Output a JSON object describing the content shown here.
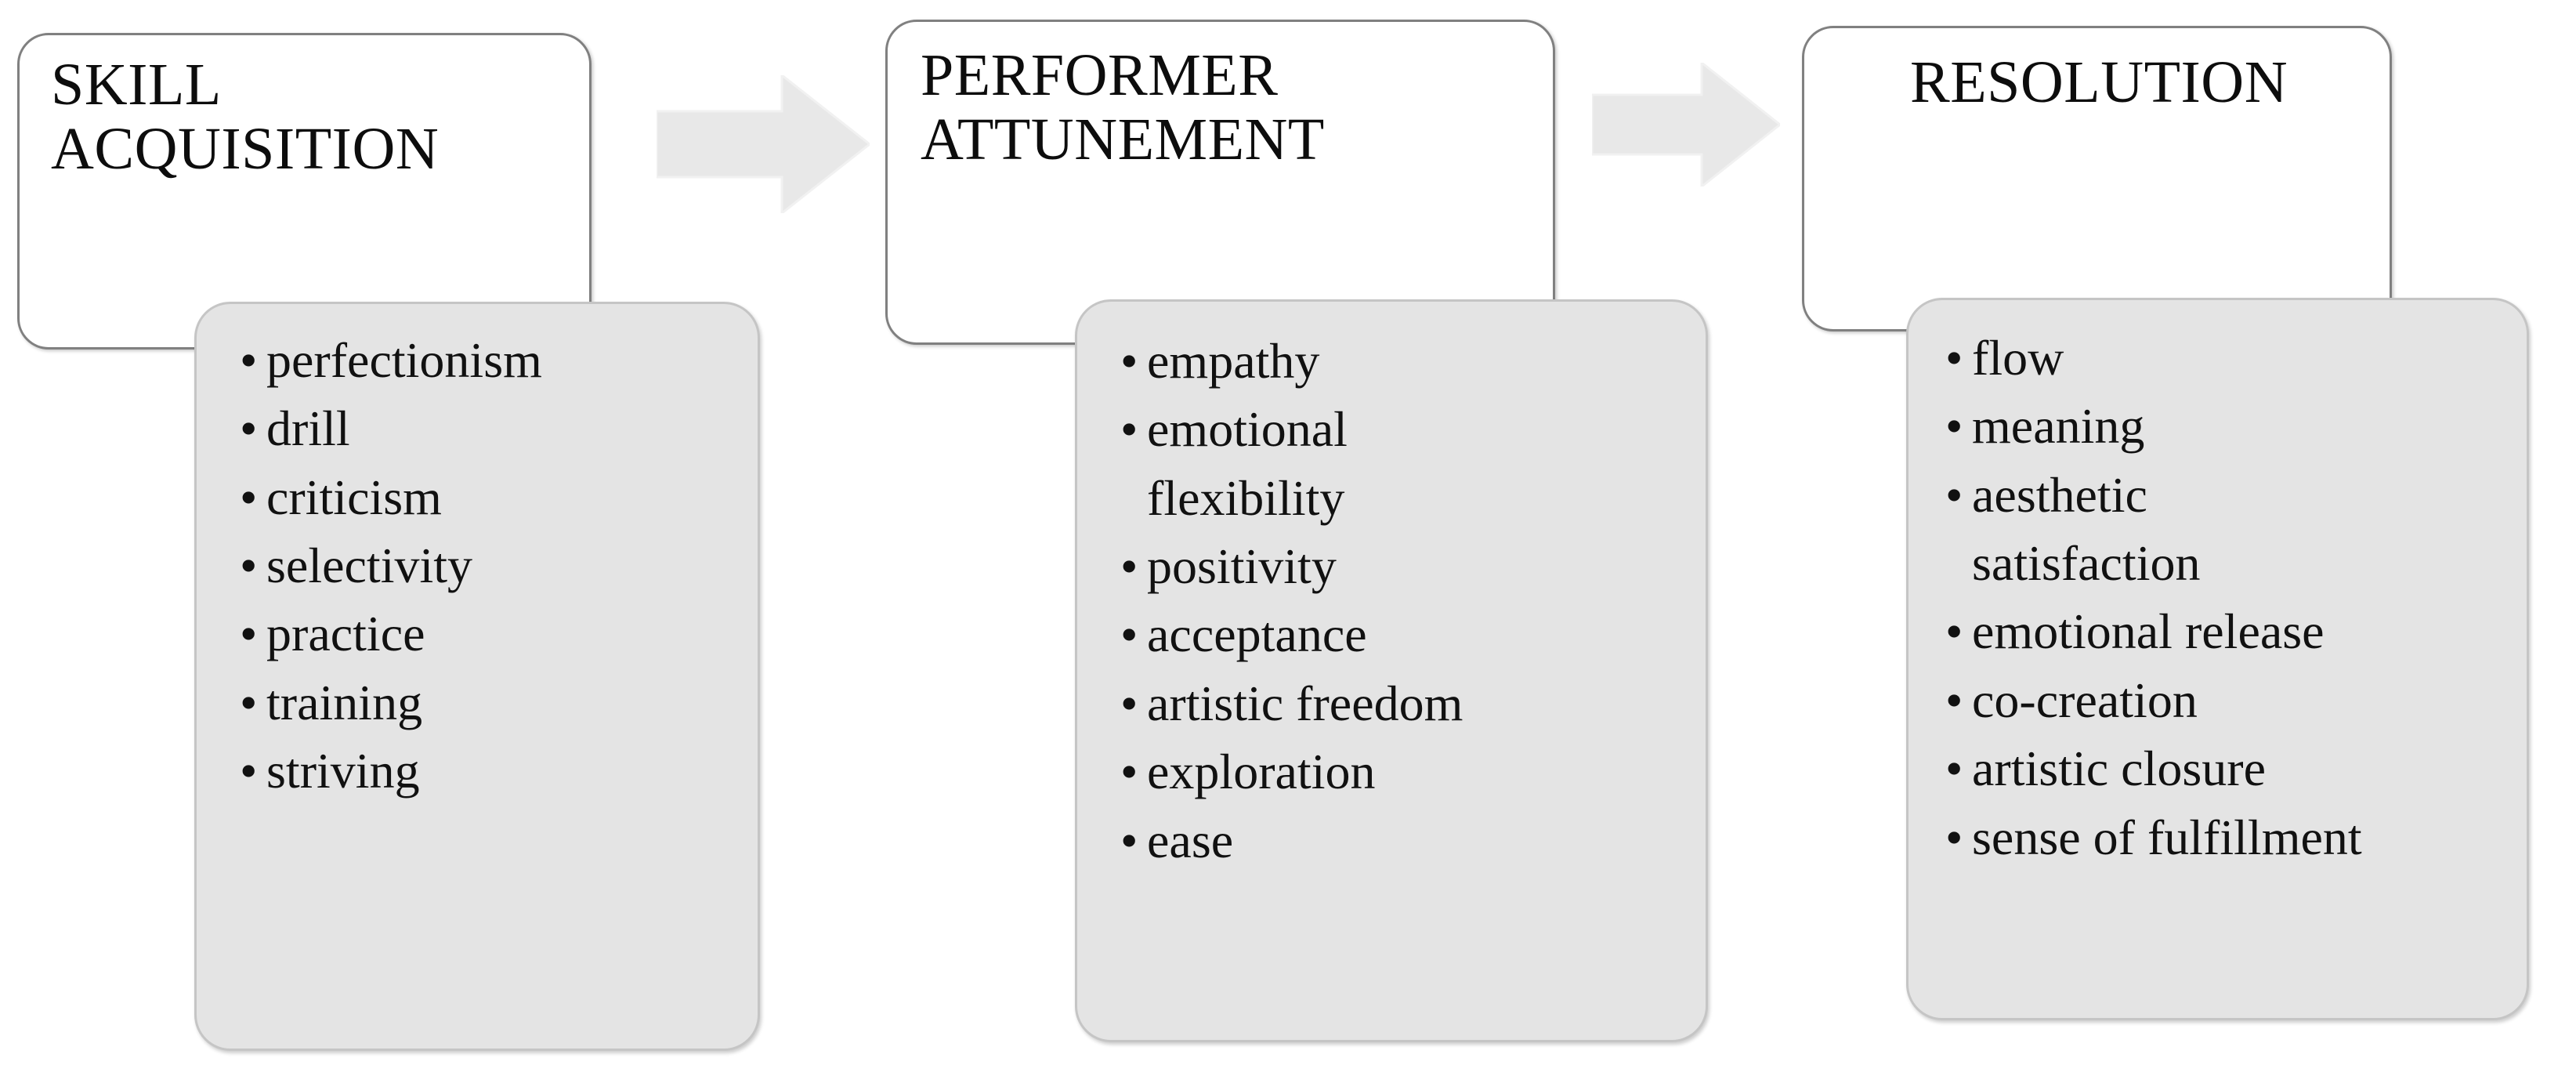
{
  "diagram": {
    "type": "three-stage-process-flow",
    "title_box_fill": "#ffffff",
    "title_box_border": "#808080",
    "list_box_fill": "#e4e4e4",
    "list_box_border": "#c5c5c5",
    "arrow_fill": "#e8e8e8",
    "text_color": "#111111",
    "stages": [
      {
        "title": "SKILL\nACQUISITION",
        "items": [
          "perfectionism",
          "drill",
          "criticism",
          "selectivity",
          "practice",
          "training",
          "striving"
        ]
      },
      {
        "title": "PERFORMER\nATTUNEMENT",
        "items": [
          "empathy",
          "emotional\nflexibility",
          "positivity",
          "acceptance",
          "artistic freedom",
          "exploration",
          "ease"
        ]
      },
      {
        "title": "RESOLUTION",
        "items": [
          "flow",
          "meaning",
          "aesthetic\nsatisfaction",
          "emotional release",
          "co-creation",
          "artistic closure",
          "sense of fulfillment"
        ]
      }
    ],
    "connectors": [
      {
        "name": "arrow-stage1-to-stage2",
        "direction": "right"
      },
      {
        "name": "arrow-stage2-to-stage3",
        "direction": "right"
      }
    ]
  }
}
